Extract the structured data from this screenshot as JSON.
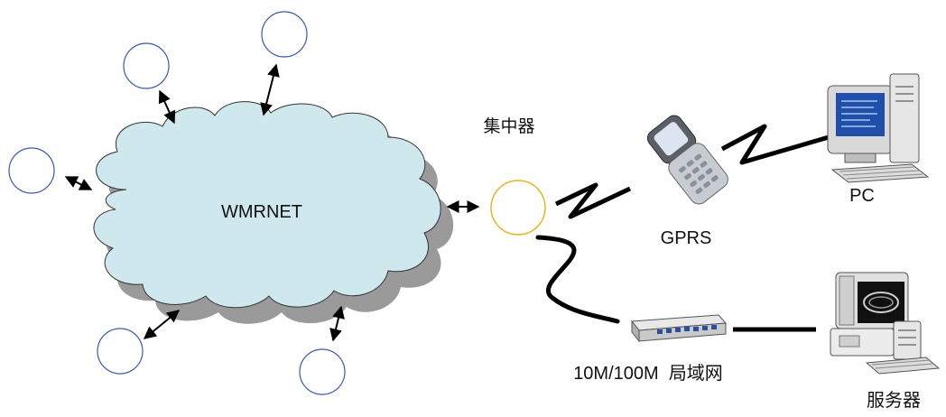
{
  "diagram": {
    "cloud_label": "WMRNET",
    "concentrator_label": "集中器",
    "gprs_label": "GPRS",
    "pc_label": "PC",
    "lan_label": "10M/100M  局域网",
    "server_label": "服务器"
  },
  "colors": {
    "cloud_fill": "#cfe8ee",
    "cloud_shadow": "#9a9a9a",
    "node_stroke": "#3b5ab0",
    "concentrator_stroke": "#e3b62a",
    "cable": "#000000"
  }
}
